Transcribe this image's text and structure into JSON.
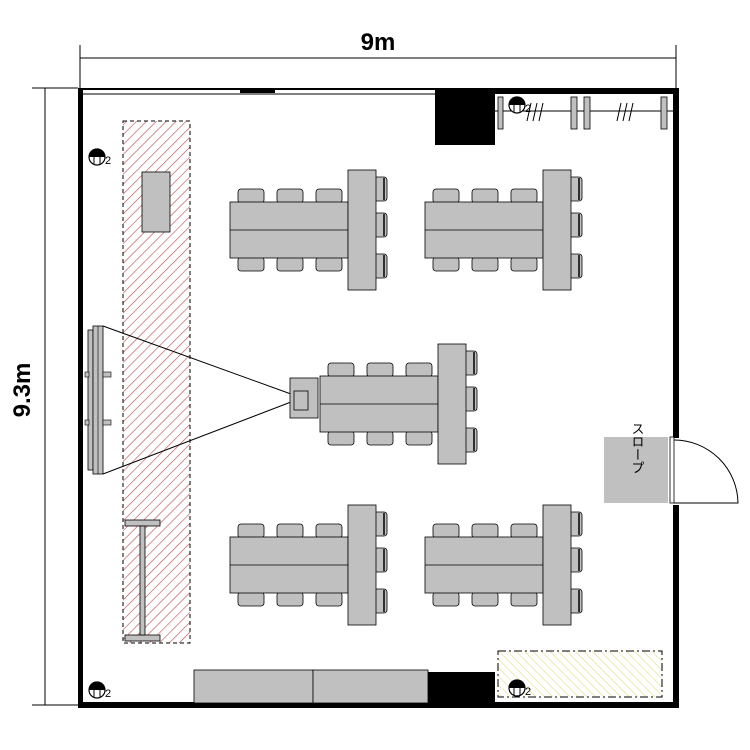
{
  "dimensions": {
    "width_label": "9m",
    "height_label": "9.3m"
  },
  "slope_label": "スロープ",
  "outlets": [
    {
      "icon": "outlet-icon",
      "count": "2"
    },
    {
      "icon": "outlet-icon",
      "count": "2"
    },
    {
      "icon": "outlet-icon",
      "count": "2"
    },
    {
      "icon": "outlet-icon",
      "count": "2"
    }
  ],
  "table_groups": [
    {
      "name": "table-group-top-left",
      "chairs": 9
    },
    {
      "name": "table-group-top-right",
      "chairs": 9
    },
    {
      "name": "table-group-center",
      "chairs": 9
    },
    {
      "name": "table-group-bottom-left",
      "chairs": 9
    },
    {
      "name": "table-group-bottom-right",
      "chairs": 9
    }
  ],
  "colors": {
    "furniture": "#c0c0c0",
    "wall": "#000000",
    "red_zone": "#b03030",
    "yellow_zone": "#e8e080"
  }
}
